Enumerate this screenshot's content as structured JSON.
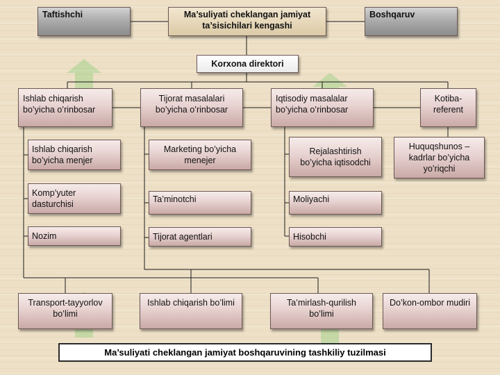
{
  "nodes": {
    "taftishchi": "Taftishchi",
    "kengash": "Ma’suliyati cheklangan jamiyat ta’sisichilari kengashi",
    "boshqaruv": "Boshqaruv",
    "direktor": "Korxona direktori",
    "ishlab_orinbosar": "Ishlab chiqarish bo’yicha o’rinbosar",
    "tijorat_orinbosar": "Tijorat masalalari bo’yicha o’rinbosar",
    "iqtisodiy_orinbosar": "Iqtisodiy masalalar bo’yicha o’rinbosar",
    "kotiba": "Kotiba-referent",
    "ishlab_menjer": "Ishlab chiqarish bo’yicha menjer",
    "dasturchi": "Komp’yuter dasturchisi",
    "nozim": "Nozim",
    "marketing": "Marketing bo’yicha menejer",
    "taminotchi": "Ta’minotchi",
    "tijorat_agentlari": "Tijorat agentlari",
    "rejalashtirish": "Rejalashtirish bo’yicha iqtisodchi",
    "moliyachi": "Moliyachi",
    "hisobchi": "Hisobchi",
    "huquqshunos": "Huquqshunos – kadrlar bo’yicha yo’riqchi",
    "transport": "Transport-tayyorlov bo’limi",
    "ishlab_bolimi": "Ishlab chiqarish bo’limi",
    "tamirlash": "Ta’mirlash-qurilish bo’limi",
    "dokon": "Do’kon-ombor mudiri"
  },
  "caption": "Ma’suliyati cheklangan jamiyat boshqaruvining tashkiliy tuzilmasi",
  "colors": {
    "box_pink": "#e7d2d0",
    "box_gray": "#a9a9a9",
    "box_tan": "#dccaa6",
    "background": "#ede0c6",
    "watermark": "#7cc96a"
  }
}
